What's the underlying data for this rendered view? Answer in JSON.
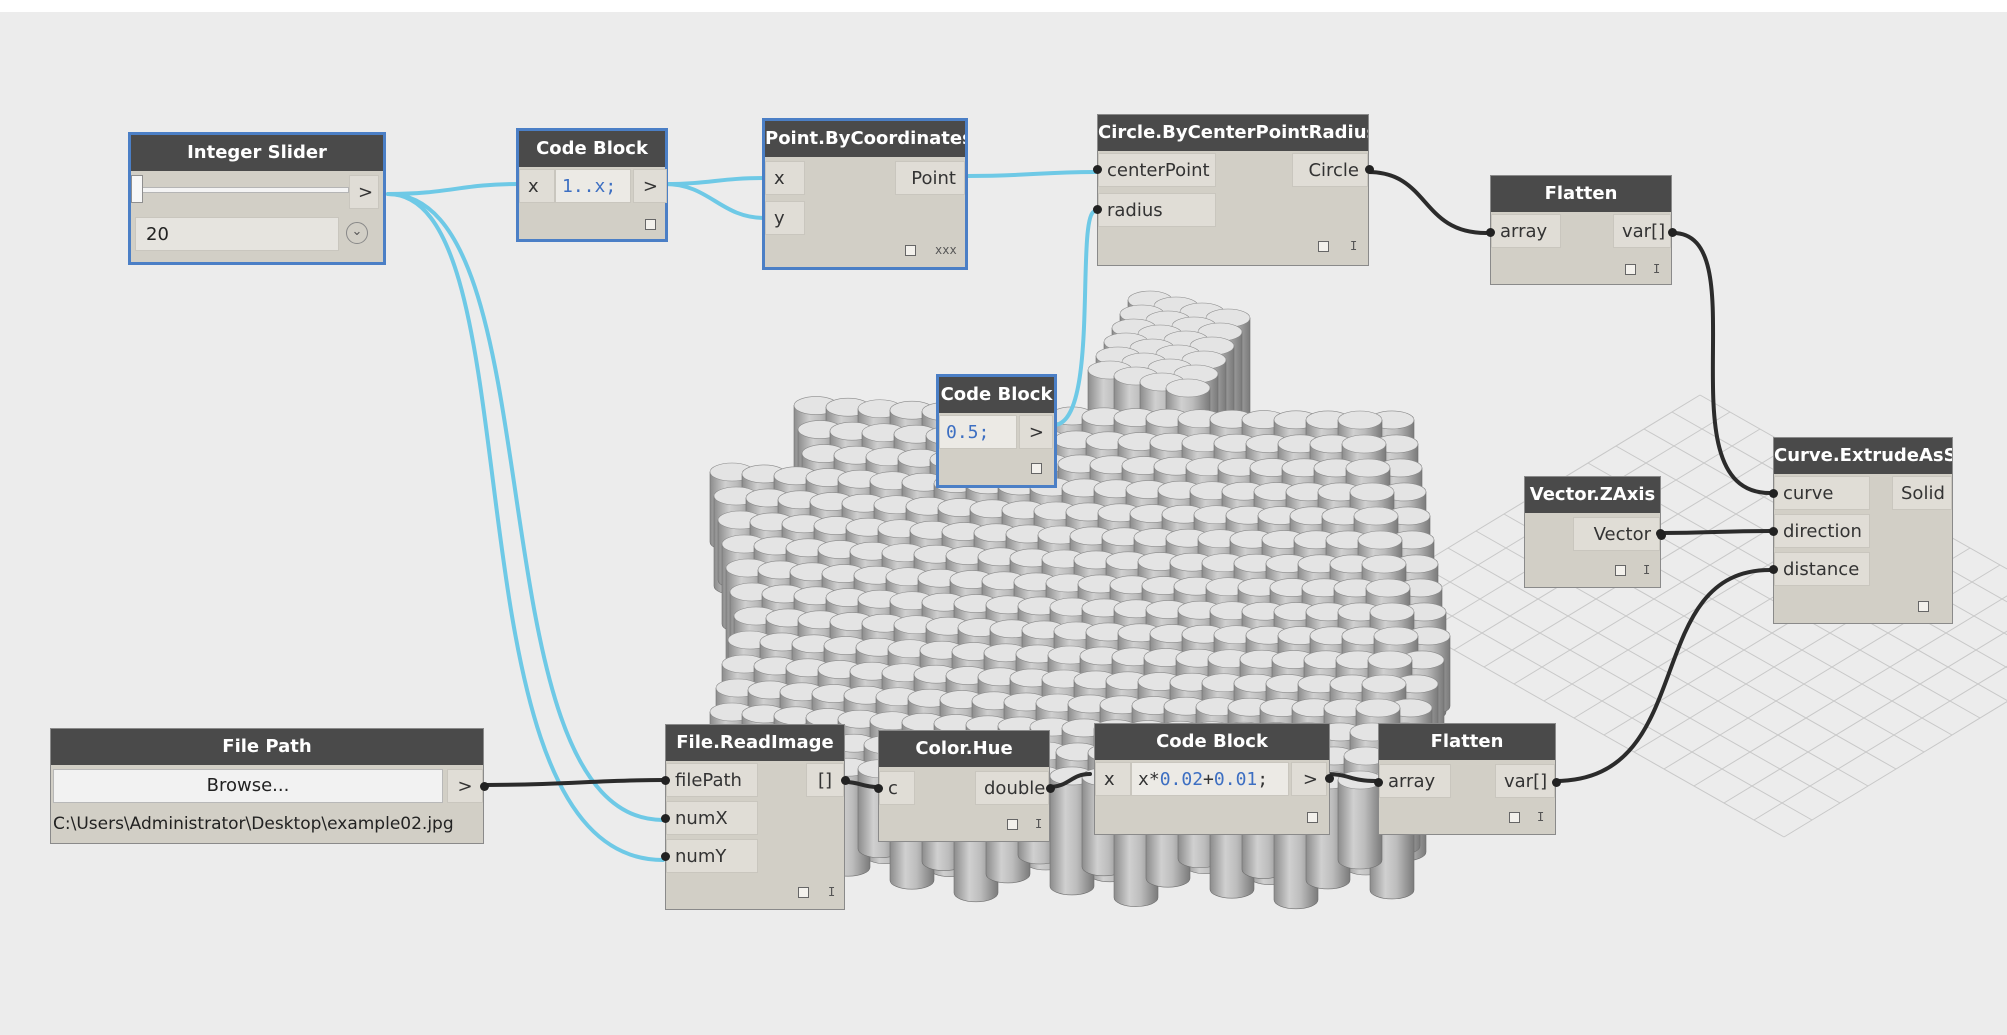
{
  "colors": {
    "wire_blue": "#6ec9e6",
    "wire_dark": "#2b2b2b",
    "header": "#4a4a4a",
    "node_body": "#d2cfc6",
    "selected_border": "#4b7fc6",
    "number": "#3d6fc2"
  },
  "nodes": {
    "integer_slider": {
      "title": "Integer Slider",
      "value": "20",
      "output": ">",
      "expand": "chevron-down-icon"
    },
    "code_block_range": {
      "title": "Code Block",
      "input": "x",
      "code": "1..x;",
      "output": ">"
    },
    "point_by_coords": {
      "title": "Point.ByCoordinates",
      "in_x": "x",
      "in_y": "y",
      "output": "Point",
      "footer": "xxx"
    },
    "circle_by_center": {
      "title": "Circle.ByCenterPointRadius",
      "in_center": "centerPoint",
      "in_radius": "radius",
      "output": "Circle",
      "footer": "I"
    },
    "flatten_top": {
      "title": "Flatten",
      "input": "array",
      "output": "var[]",
      "footer": "I"
    },
    "code_block_radius": {
      "title": "Code Block",
      "code": "0.5;",
      "output": ">"
    },
    "curve_extrude": {
      "title": "Curve.ExtrudeAsSolid",
      "in_curve": "curve",
      "in_direction": "direction",
      "in_distance": "distance",
      "output": "Solid"
    },
    "vector_z": {
      "title": "Vector.ZAxis",
      "output": "Vector",
      "footer": "I"
    },
    "file_path": {
      "title": "File Path",
      "button": "Browse...",
      "output": ">",
      "path": "C:\\Users\\Administrator\\Desktop\\example02.jpg"
    },
    "file_read_image": {
      "title": "File.ReadImage",
      "in_file": "filePath",
      "in_numx": "numX",
      "in_numy": "numY",
      "output": "[]",
      "footer": "I"
    },
    "color_hue": {
      "title": "Color.Hue",
      "input": "c",
      "output": "double",
      "footer": "I"
    },
    "code_block_scale": {
      "title": "Code Block",
      "input": "x",
      "code_pre": "x*",
      "code_n1": "0.02",
      "code_mid": "+",
      "code_n2": "0.01",
      "code_post": ";",
      "output": ">"
    },
    "flatten_bottom": {
      "title": "Flatten",
      "input": "array",
      "output": "var[]",
      "footer": "I"
    }
  }
}
